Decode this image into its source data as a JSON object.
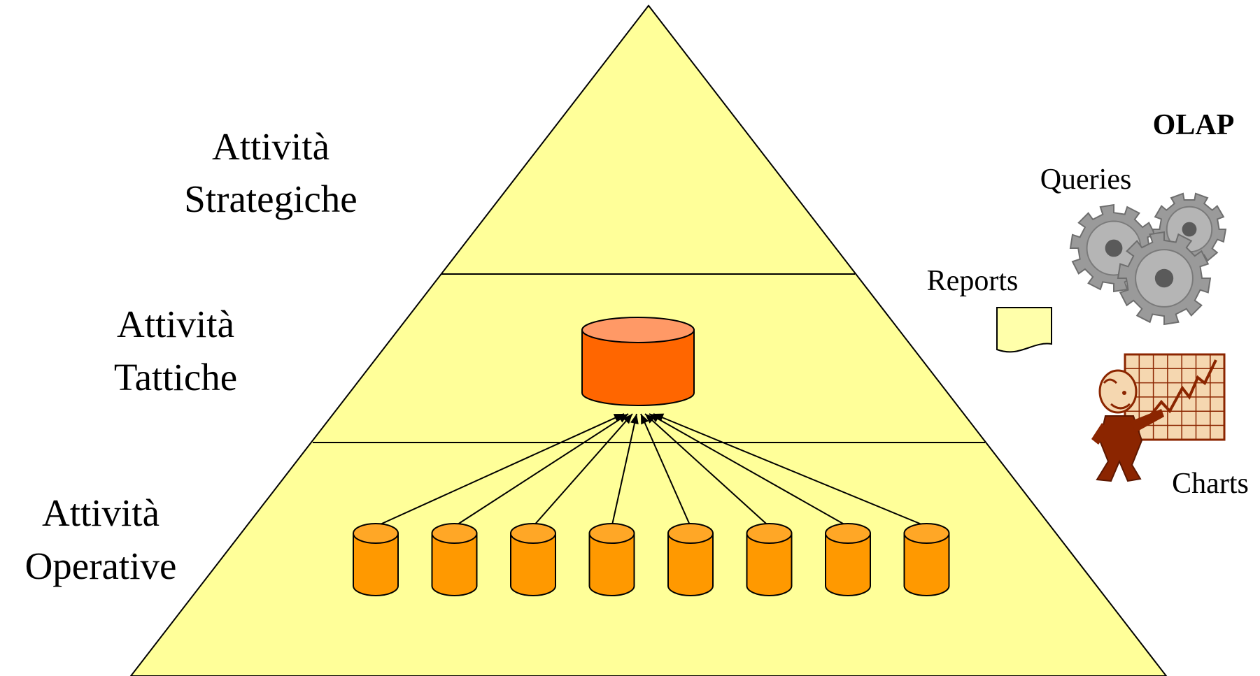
{
  "levels": {
    "strategic": {
      "line1": "Attività",
      "line2": "Strategiche"
    },
    "tactical": {
      "line1": "Attività",
      "line2": "Tattiche"
    },
    "operational": {
      "line1": "Attività",
      "line2": "Operative"
    }
  },
  "olap": {
    "title": "OLAP",
    "queries": "Queries",
    "reports": "Reports",
    "charts": "Charts"
  },
  "colors": {
    "pyramid_fill": "#FFFF99",
    "warehouse_fill": "#FF6600",
    "warehouse_top": "#FF9966",
    "source_fill": "#FF9900",
    "source_top": "#FFA726",
    "report_fill": "#FFFFAA",
    "chart_grid": "#F5D7B0",
    "chart_line": "#8B2500",
    "gear": "#9A9A9A"
  },
  "icons": {
    "queries": "gears-icon",
    "reports": "document-icon",
    "charts": "presenter-chart-icon"
  },
  "source_db_count": 8
}
